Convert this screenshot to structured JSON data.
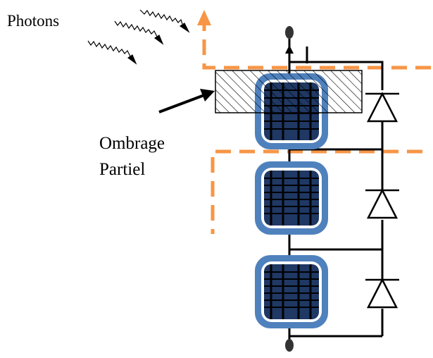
{
  "labels": {
    "photons": "Photons",
    "shading_line1": "Ombrage",
    "shading_line2": "Partiel"
  },
  "colors": {
    "cell_frame": "#4f81bd",
    "cell_fill": "#1f3864",
    "dashed_path": "#f79646",
    "wire": "#000000",
    "terminal": "#333333"
  },
  "diagram": {
    "cells_in_string": 3,
    "bypass_diodes": 3,
    "shaded_cells": 1
  }
}
